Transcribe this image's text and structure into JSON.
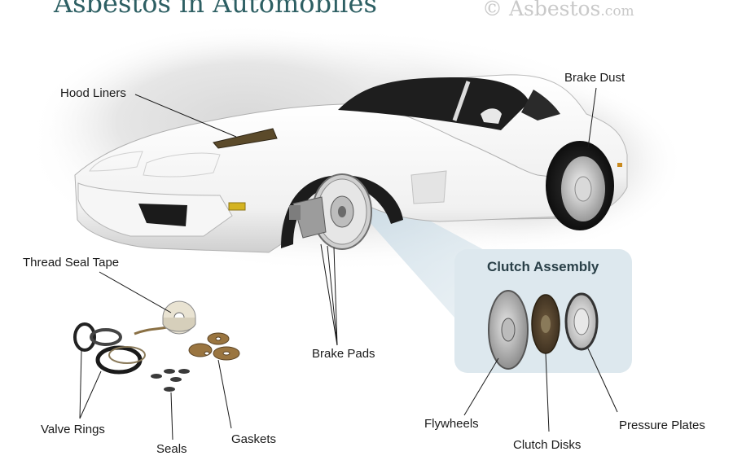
{
  "header": {
    "title": "Asbestos in Automobiles",
    "watermark": "© Asbestos",
    "watermark_suffix": ".com"
  },
  "clutch_panel": {
    "title": "Clutch Assembly"
  },
  "labels": {
    "hood_liners": "Hood Liners",
    "brake_dust": "Brake Dust",
    "thread_seal_tape": "Thread Seal Tape",
    "brake_pads": "Brake Pads",
    "valve_rings": "Valve Rings",
    "seals": "Seals",
    "gaskets": "Gaskets",
    "flywheels": "Flywheels",
    "clutch_disks": "Clutch Disks",
    "pressure_plates": "Pressure Plates"
  },
  "colors": {
    "title": "#2d5f63",
    "watermark": "#c9c9c9",
    "panel_fill": "#dde8ee",
    "panel_title": "#2a4048",
    "leader_line": "#1a1a1a"
  }
}
